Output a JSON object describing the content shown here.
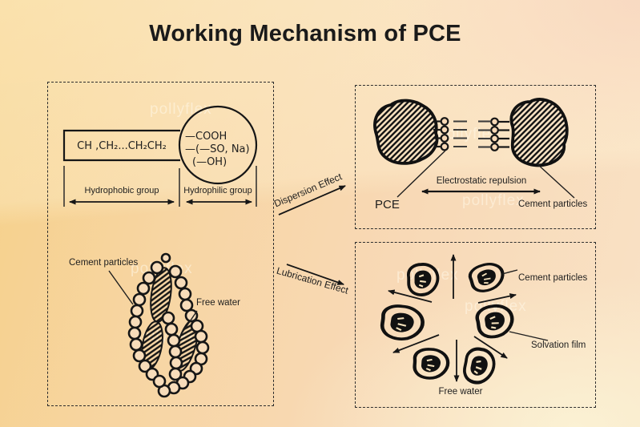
{
  "title": "Working Mechanism of PCE",
  "watermark": "pollyflex",
  "molecule_panel": {
    "chain_formula": "CH ,CH₂...CH₂CH₂",
    "head_group_1": "—COOH",
    "head_group_2": "—(—SO, Na)",
    "head_group_3": "(—OH)",
    "hydrophobic_label": "Hydrophobic group",
    "hydrophilic_label": "Hydrophilic group"
  },
  "flocculation": {
    "cement_particles_label": "Cement particles",
    "free_water_label": "Free water"
  },
  "effects": {
    "dispersion_label": "Dispersion Effect",
    "lubrication_label": "Lubrication Effect"
  },
  "dispersion_panel": {
    "electrostatic_label": "Electrostatic repulsion",
    "pce_label": "PCE",
    "cement_particles_label": "Cement particles"
  },
  "lubrication_panel": {
    "cement_particles_label": "Cement particles",
    "solvation_film_label": "Solvation film",
    "free_water_label": "Free water"
  },
  "colors": {
    "ink": "#1b1b1b",
    "bg_gold": "#f6d088",
    "bg_peach": "#f8d9b6",
    "bg_cream": "#fbf2d6",
    "watermark": "#fff8e8"
  }
}
